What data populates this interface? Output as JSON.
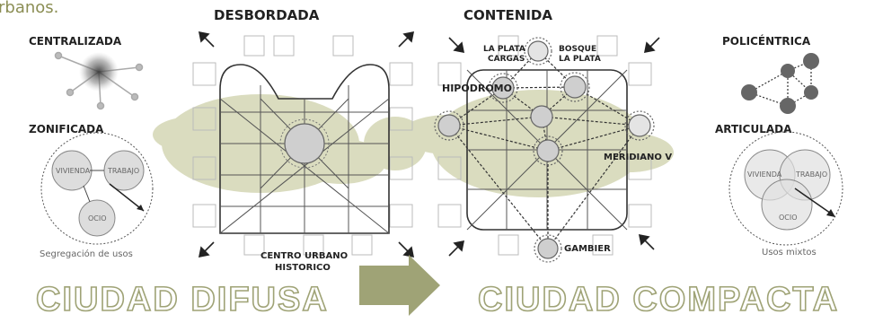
{
  "top_fragment": "rbanos.",
  "colors": {
    "accent": "#8b8e54",
    "splash": "#d4d6b4",
    "arrow": "#9fa376"
  },
  "left_panel": {
    "centralizada": "CENTRALIZADA",
    "zonificada": "ZONIFICADA",
    "vivienda": "VIVIENDA",
    "trabajo": "TRABAJO",
    "ocio": "OCIO",
    "caption": "Segregación de usos"
  },
  "desbordada": {
    "title": "DESBORDADA",
    "center_label_1": "CENTRO URBANO",
    "center_label_2": "HISTORICO"
  },
  "contenida": {
    "title": "CONTENIDA",
    "la_plata_1": "LA PLATA",
    "la_plata_2": "CARGAS",
    "bosque_1": "BOSQUE",
    "bosque_2": "LA PLATA",
    "hipodromo": "HIPODROMO",
    "meridiano": "MERIDIANO V",
    "gambier": "GAMBIER"
  },
  "right_panel": {
    "policentrica": "POLICÉNTRICA",
    "articulada": "ARTICULADA",
    "vivienda": "VIVIENDA",
    "trabajo": "TRABAJO",
    "ocio": "OCIO",
    "caption": "Usos mixtos"
  },
  "bottom": {
    "left": "CIUDAD DIFUSA",
    "right": "CIUDAD COMPACTA"
  }
}
